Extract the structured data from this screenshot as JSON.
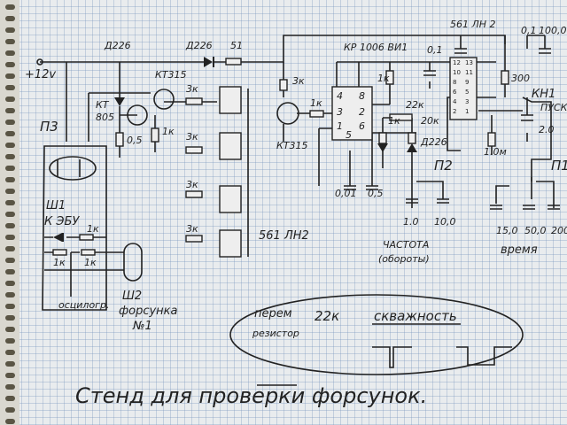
{
  "power": {
    "supply": "+12v"
  },
  "top": {
    "diode1": "Д226",
    "diode2": "Д226",
    "res51": "51"
  },
  "drivers": {
    "kt315_a": "КТ315",
    "kt805_a": "КТ",
    "kt805_b": "805",
    "r05": "0,5",
    "r1k": "1к",
    "switch_p3": "П3",
    "r3k_a": "3к",
    "r3k_b": "3к",
    "r3k_c": "3к",
    "r3k_d": "3к",
    "chip_label": "561 ЛН2"
  },
  "timer": {
    "r3k": "3к",
    "r1k": "1к",
    "kt315_b": "КТ315",
    "ic": "КР 1006 ВИ1",
    "pins": [
      "4",
      "8",
      "3",
      "2",
      "1",
      "6",
      "5"
    ],
    "r1k_top": "1к",
    "pot": "22к",
    "r1k_d": "1к",
    "r20k": "20к",
    "diode": "Д226",
    "c001": "0,01",
    "c05": "0,5",
    "c01": "0,1"
  },
  "right": {
    "ic": "561 ЛН 2",
    "c01": "0,1",
    "c100": "100,0",
    "r300": "300",
    "button": "КН1",
    "button_label": "ПУСК",
    "c20": "2.0",
    "r1m": "1.0м",
    "ic_pins": [
      "12",
      "13",
      "10",
      "11",
      "8",
      "9",
      "6",
      "5",
      "4",
      "3",
      "2",
      "1"
    ]
  },
  "freq": {
    "switch": "П2",
    "c1": "1.0",
    "c10": "10,0",
    "label1": "ЧАСТОТА",
    "label2": "(обороты)"
  },
  "time": {
    "switch": "П1",
    "c15": "15,0",
    "c50": "50,0",
    "c200": "200",
    "label": "время"
  },
  "connectors": {
    "sh1": "Ш1",
    "sh1_label": "К ЭБУ",
    "r1k_a": "1к",
    "r1k_b": "1к",
    "r1k_c": "1к",
    "scope": "осцилогр.",
    "sh2": "Ш2",
    "sh2_label": "форсунка",
    "sh2_num": "№1"
  },
  "note": {
    "line1": "перем",
    "line2": "резистор",
    "value": "22к",
    "title": "скважность"
  },
  "title": "Стенд для проверки форсунок."
}
